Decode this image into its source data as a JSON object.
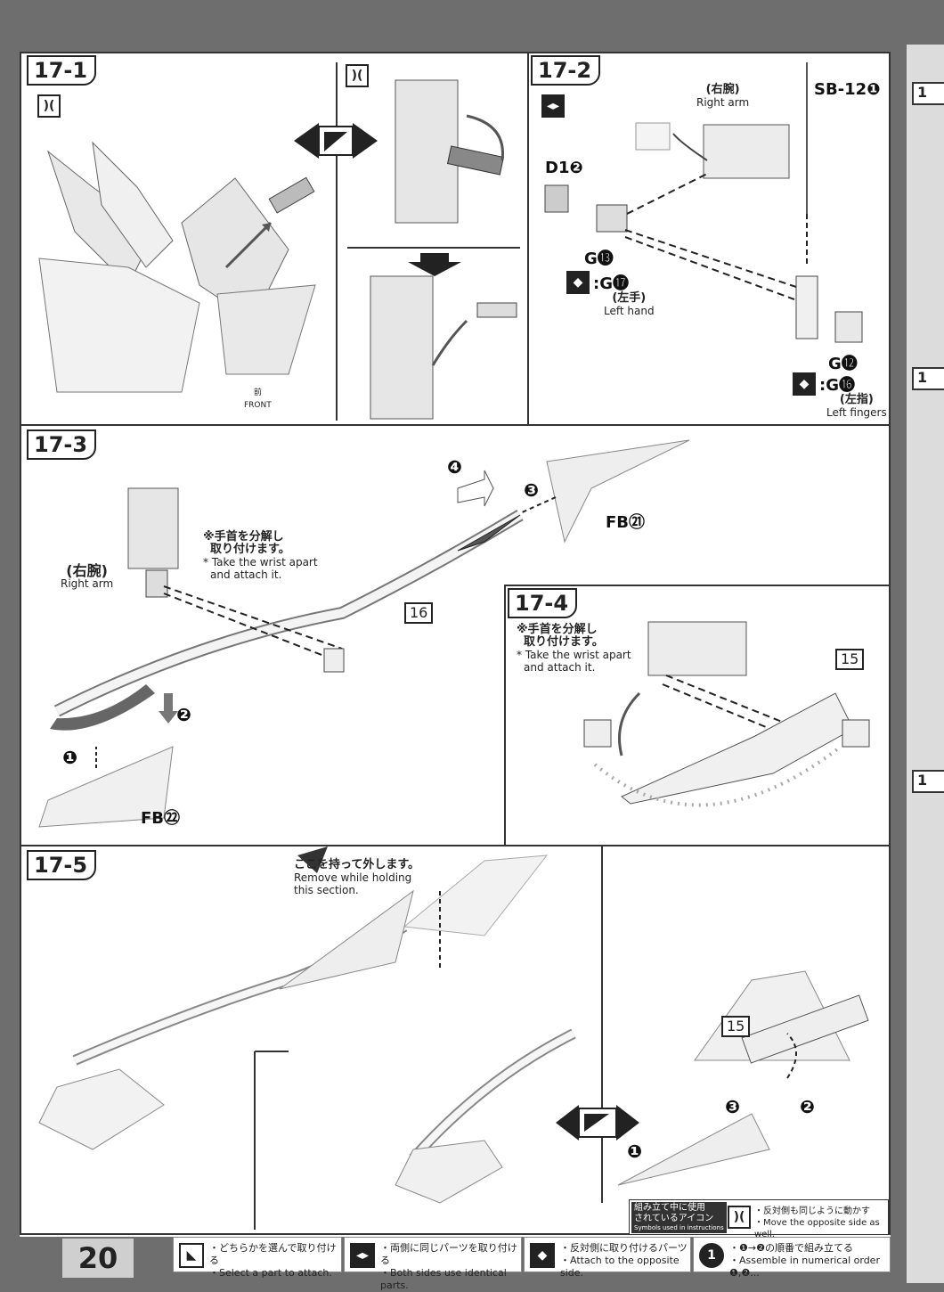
{
  "page_number": "20",
  "steps": {
    "s1": "17-1",
    "s2": "17-2",
    "s3": "17-3",
    "s4": "17-4",
    "s5": "17-5"
  },
  "panel2": {
    "right_arm_jp": "(右腕)",
    "right_arm_en": "Right arm",
    "sb": "SB-12❶",
    "d1": "D1❷",
    "g13": "G⓭",
    "g17": ":G⓱",
    "left_hand_jp": "(左手)",
    "left_hand_en": "Left hand",
    "g12": "G⓬",
    "g16": ":G⓰",
    "left_fingers_jp": "(左指)",
    "left_fingers_en": "Left fingers"
  },
  "panel1": {
    "front_jp": "前",
    "front_en": "FRONT"
  },
  "panel3": {
    "note_jp_1": "※手首を分解し",
    "note_jp_2": "取り付けます。",
    "note_en_1": "* Take the wrist apart",
    "note_en_2": "and attach it.",
    "right_arm_jp": "(右腕)",
    "right_arm_en": "Right arm",
    "part16": "16",
    "fb21": "FB㉑",
    "fb22": "FB㉒",
    "n1": "❶",
    "n2": "❷",
    "n3": "❸",
    "n4": "❹"
  },
  "panel4": {
    "note_jp_1": "※手首を分解し",
    "note_jp_2": "取り付けます。",
    "note_en_1": "* Take the wrist apart",
    "note_en_2": "and attach it.",
    "part15": "15"
  },
  "panel5": {
    "hold_jp": "ここを持って外します。",
    "hold_en_1": "Remove while holding",
    "hold_en_2": "this section.",
    "part15": "15",
    "n1": "❶",
    "n2": "❷",
    "n3": "❸"
  },
  "legend": {
    "title_jp_1": "組み立て中に使用",
    "title_jp_2": "されているアイコン",
    "title_en": "Symbols used in instructions",
    "move_jp": "・反対側も同じように動かす",
    "move_en": "・Move the opposite side as well."
  },
  "footer": {
    "select_jp": "・どちらかを選んで取り付ける",
    "select_en": "・Select a part to attach.",
    "both_jp": "・両側に同じパーツを取り付ける",
    "both_en": "・Both sides use identical parts.",
    "opposite_jp": "・反対側に取り付けるパーツ",
    "opposite_en": "・Attach to the opposite side.",
    "order_jp": "・❶→❷の順番で組み立てる",
    "order_en": "・Assemble in numerical order ❶,❷..."
  },
  "edge_labels": [
    "1",
    "1",
    "1"
  ]
}
